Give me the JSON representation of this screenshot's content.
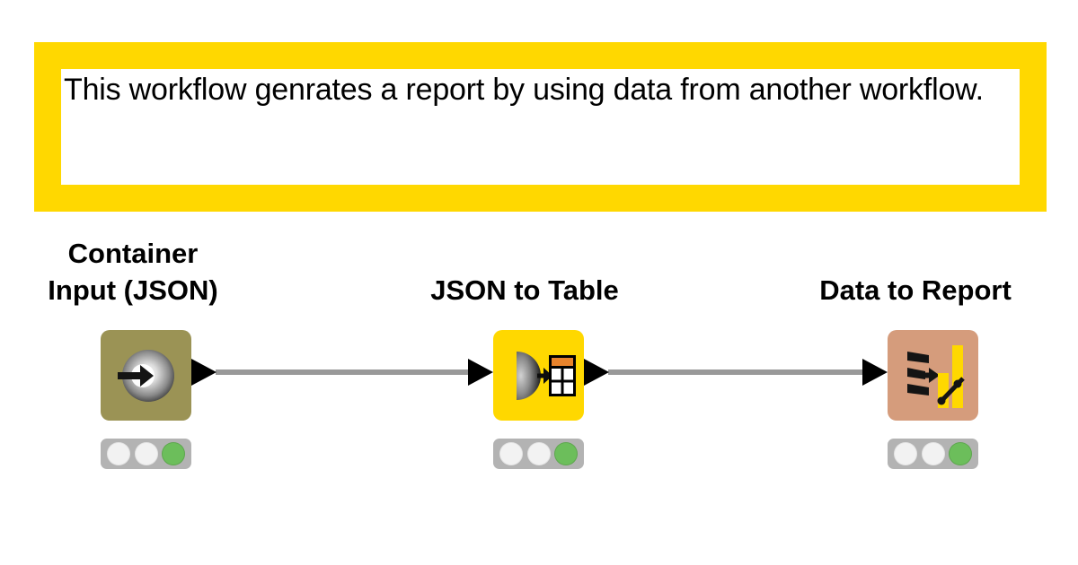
{
  "annotation": {
    "text": "This workflow genrates a report by using data from another workflow.",
    "border_color": "#FFD800",
    "background": "#FFFFFF",
    "text_color": "#000000"
  },
  "nodes": [
    {
      "name": "Container Input (JSON)",
      "label_line1": "Container",
      "label_line2": "Input (JSON)",
      "color": "#9B9355",
      "icon": "container-input-icon",
      "status": "executed",
      "traffic_light": {
        "red": "off",
        "yellow": "off",
        "green": "on"
      },
      "ports": {
        "input": false,
        "output": true
      }
    },
    {
      "name": "JSON to Table",
      "label": "JSON to Table",
      "color": "#FFD800",
      "icon": "json-to-table-icon",
      "status": "executed",
      "traffic_light": {
        "red": "off",
        "yellow": "off",
        "green": "on"
      },
      "ports": {
        "input": true,
        "output": true
      }
    },
    {
      "name": "Data to Report",
      "label": "Data to Report",
      "color": "#D59C7C",
      "icon": "data-to-report-icon",
      "status": "executed",
      "traffic_light": {
        "red": "off",
        "yellow": "off",
        "green": "on"
      },
      "ports": {
        "input": true,
        "output": false
      }
    }
  ],
  "connections": [
    {
      "from": "Container Input (JSON)",
      "to": "JSON to Table"
    },
    {
      "from": "JSON to Table",
      "to": "Data to Report"
    }
  ],
  "colors": {
    "connection": "#999999",
    "port": "#000000",
    "traffic_light_bg": "#B3B3B3",
    "light_off": "#F2F2F2",
    "light_green": "#6CBE5B",
    "canvas_bg": "#FFFFFF",
    "table_header_orange": "#E8832C",
    "chart_bar_yellow": "#FFD800"
  }
}
